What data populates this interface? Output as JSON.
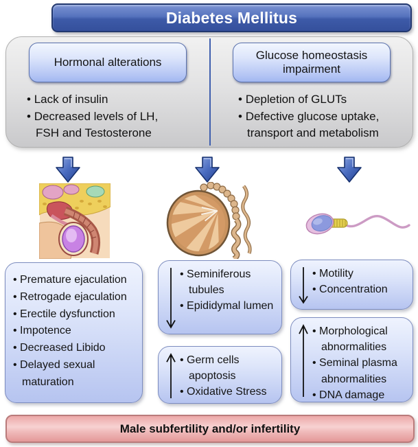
{
  "title": {
    "label": "Diabetes Mellitus"
  },
  "causes_panel": {
    "hormonal": {
      "header": "Hormonal alterations",
      "bullets": [
        "Lack of insulin",
        "Decreased levels of LH, FSH and Testosterone"
      ]
    },
    "glucose": {
      "header": "Glucose homeostasis impairment",
      "bullets": [
        "Depletion of GLUTs",
        "Defective glucose uptake, transport and metabolism"
      ]
    }
  },
  "icons": {
    "flow_arrow": "blue-3d-down-arrow",
    "decrease_arrow": "thin-down-arrow",
    "increase_arrow": "thin-up-arrow"
  },
  "illustrations": {
    "anatomy": "male reproductive system cross-section",
    "testis": "testis with epididymis",
    "sperm": "spermatozoon"
  },
  "outcomes": {
    "anatomy_effects": {
      "bullets": [
        "Premature ejaculation",
        "Retrogade ejaculation",
        "Erectile dysfunction",
        "Impotence",
        "Decreased Libido",
        "Delayed sexual maturation"
      ]
    },
    "testis_decreased": {
      "trend": "decrease",
      "bullets": [
        "Seminiferous tubules",
        "Epididymal lumen"
      ]
    },
    "testis_increased": {
      "trend": "increase",
      "bullets": [
        "Germ cells apoptosis",
        "Oxidative Stress"
      ]
    },
    "sperm_decreased": {
      "trend": "decrease",
      "bullets": [
        "Motility",
        "Concentration"
      ]
    },
    "sperm_increased": {
      "trend": "increase",
      "bullets": [
        "Morphological abnormalities",
        "Seminal plasma abnormalities",
        "DNA damage"
      ]
    }
  },
  "footer": {
    "label": "Male subfertility and/or infertility"
  },
  "colors": {
    "title_blue_top": "#6e88cc",
    "title_blue_bottom": "#3d5aa8",
    "title_border": "#22386f",
    "panel_gray_top": "#f1f1f1",
    "panel_gray_bottom": "#c9c9cb",
    "header_box_top": "#f2f6fe",
    "header_box_bottom": "#a2b7f0",
    "header_box_border": "#5a71ad",
    "divider_blue": "#3f5fae",
    "flow_arrow_blue": "#4a6cc0",
    "outcome_box_top": "#eff3fe",
    "outcome_box_bottom": "#b6c4f0",
    "outcome_box_border": "#7c8cbf",
    "footer_pink_top": "#eca8a8",
    "footer_pink_bottom": "#e49898",
    "footer_border": "#b97b7b",
    "text": "#111111"
  }
}
